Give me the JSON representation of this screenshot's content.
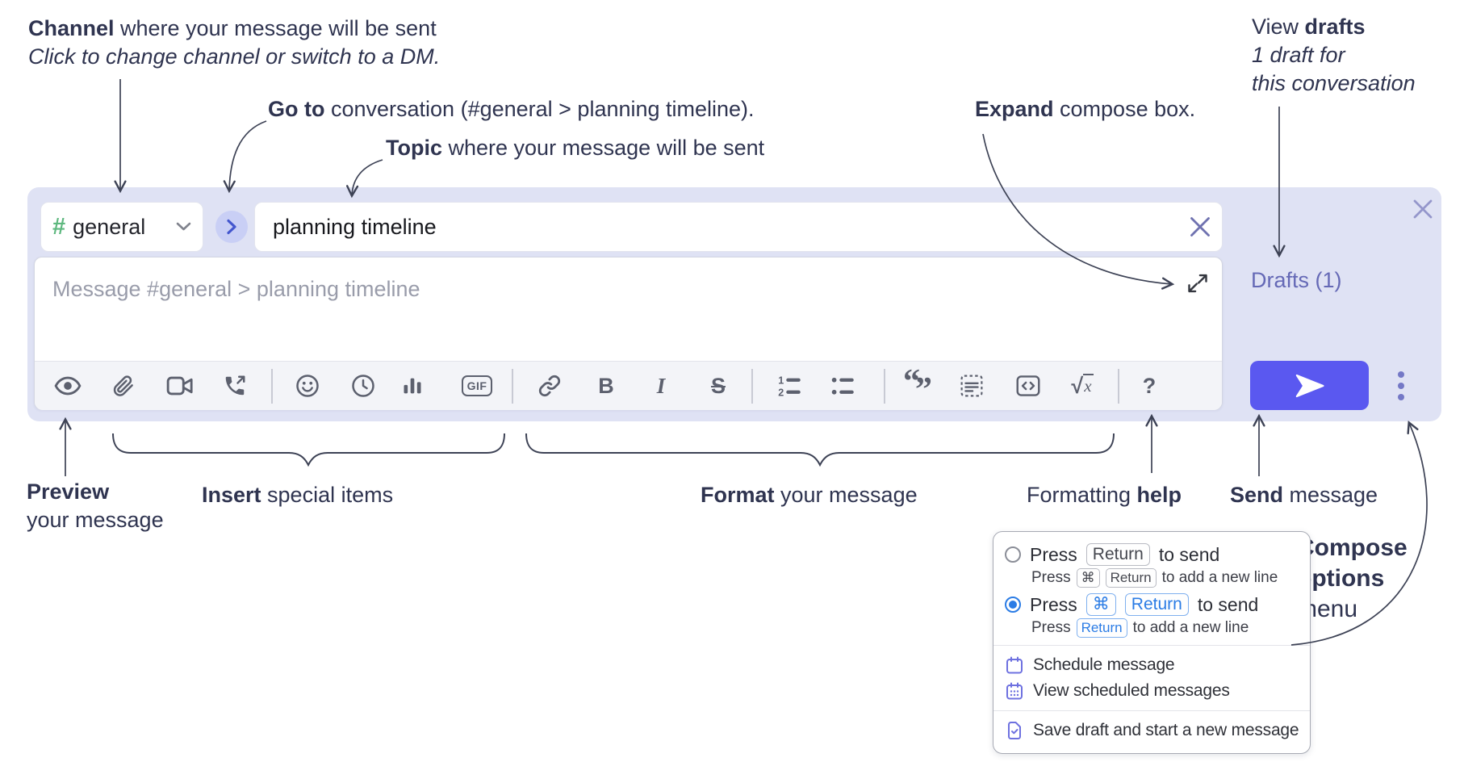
{
  "annotations": {
    "channel_bold": "Channel",
    "channel_rest": " where your message will be sent",
    "channel_sub": "Click to change channel or switch to a DM.",
    "goto_bold": "Go to",
    "goto_rest": " conversation (#general > planning timeline).",
    "topic_bold": "Topic",
    "topic_rest": " where your message will be sent",
    "expand_bold": "Expand",
    "expand_rest": " compose box.",
    "drafts_pre": "View ",
    "drafts_bold": "drafts",
    "drafts_line2": "1 draft for",
    "drafts_line3": "this conversation",
    "preview_bold": "Preview",
    "preview_line2": "your message",
    "insert_bold": "Insert",
    "insert_rest": " special items",
    "format_bold": "Format",
    "format_rest": " your message",
    "help_pre": "Formatting ",
    "help_bold": "help",
    "send_bold": "Send",
    "send_rest": " message",
    "compose_options_line1": "Compose",
    "compose_options_line2": "options",
    "compose_options_line3": "menu"
  },
  "compose": {
    "channel_hash": "#",
    "channel_name": "general",
    "topic_value": "planning timeline",
    "message_placeholder": "Message #general > planning timeline",
    "drafts_label": "Drafts (1)"
  },
  "toolbar": {
    "gif": "GIF",
    "bold": "B",
    "italic": "I",
    "strike": "S",
    "quote_open": "“",
    "quote_close": "”",
    "math_root": "√",
    "math_x": "x",
    "help": "?"
  },
  "options_menu": {
    "opt1_press": "Press",
    "opt1_kbd": "Return",
    "opt1_rest": "to send",
    "opt1_sub_press": "Press",
    "opt1_sub_kbd1": "⌘",
    "opt1_sub_kbd2": "Return",
    "opt1_sub_rest": "to add a new line",
    "opt2_press": "Press",
    "opt2_kbd1": "⌘",
    "opt2_kbd2": "Return",
    "opt2_rest": "to send",
    "opt2_sub_press": "Press",
    "opt2_sub_kbd": "Return",
    "opt2_sub_rest": "to add a new line",
    "item_schedule": "Schedule message",
    "item_view_scheduled": "View scheduled messages",
    "item_save_draft": "Save draft and start a new message"
  },
  "colors": {
    "compose_bg": "#dfe2f4",
    "send_button": "#5a58f0",
    "drafts_link": "#6569b6",
    "channel_hash_green": "#5eb87f",
    "radio_selected": "#2b7ce5",
    "menu_icon_purple": "#6e71e0",
    "annotation_ink": "#2f3450"
  }
}
